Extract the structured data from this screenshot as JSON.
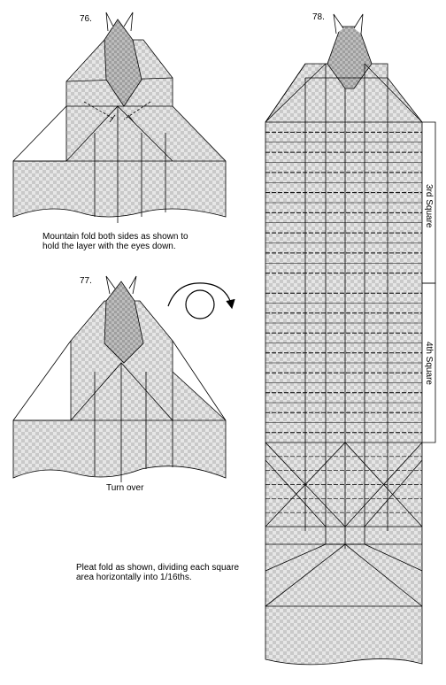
{
  "steps": [
    {
      "number": "76.",
      "caption": "Mountain fold both sides as shown to\nhold the layer with the eyes down."
    },
    {
      "number": "77.",
      "caption": "Turn over"
    },
    {
      "number": "78.",
      "caption": "Pleat fold as shown, dividing each square\narea horizontally into 1/16ths."
    }
  ],
  "brackets": [
    {
      "label": "3rd Square"
    },
    {
      "label": "4th Square"
    }
  ],
  "colors": {
    "line": "#000000",
    "paper_light": "#e6e6e6",
    "paper_dark": "#c9c9c9",
    "arrow": "#000000"
  },
  "pleat_divisions": 16
}
